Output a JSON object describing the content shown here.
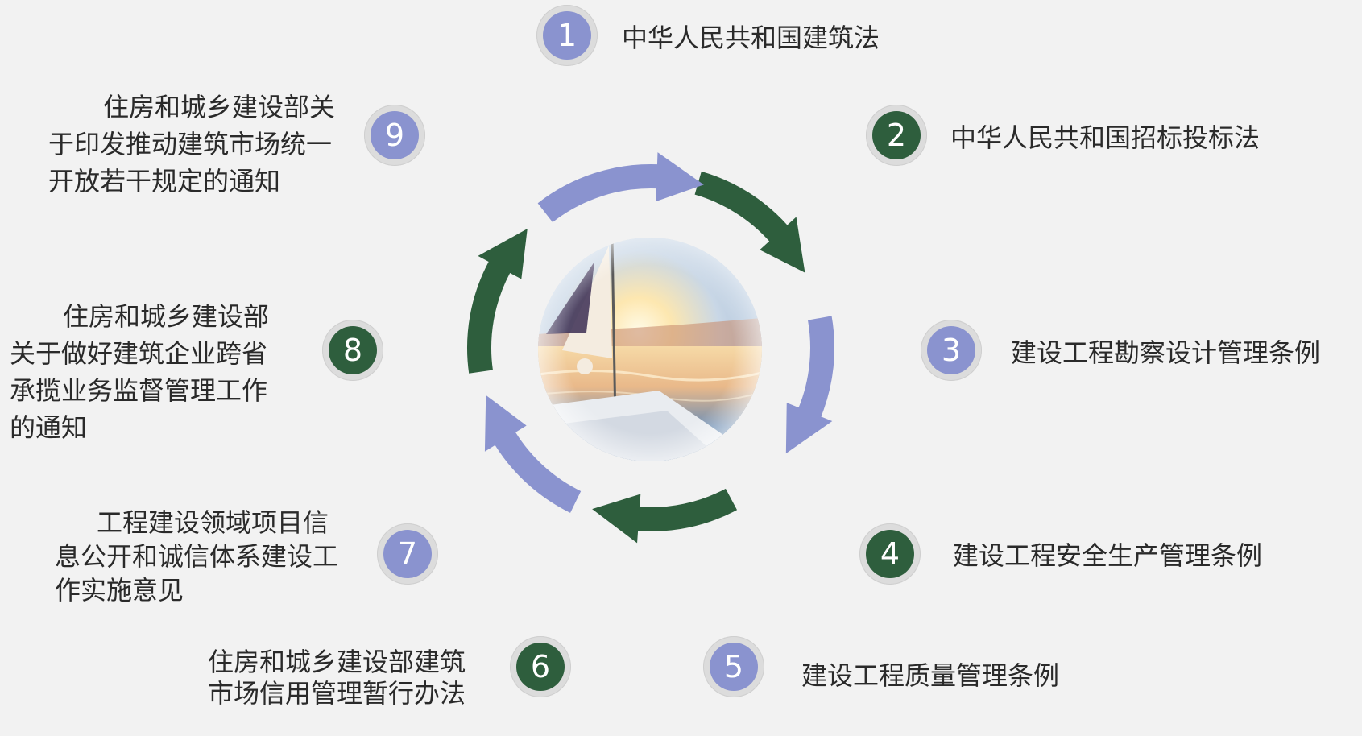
{
  "colors": {
    "background": "#f2f2f2",
    "purple": "#8a93cf",
    "green": "#2e5e3d",
    "badge_ring": "#dcdcdc",
    "text": "#2a2a2a"
  },
  "items": [
    {
      "num": "1",
      "label": "中华人民共和国建筑法",
      "color": "#8a93cf"
    },
    {
      "num": "2",
      "label": "中华人民共和国招标投标法",
      "color": "#2e5e3d"
    },
    {
      "num": "3",
      "label": "建设工程勘察设计管理条例",
      "color": "#8a93cf"
    },
    {
      "num": "4",
      "label": "建设工程安全生产管理条例",
      "color": "#2e5e3d"
    },
    {
      "num": "5",
      "label": "建设工程质量管理条例",
      "color": "#8a93cf"
    },
    {
      "num": "6",
      "label": "住房和城乡建设部建筑市场信用管理暂行办法",
      "color": "#2e5e3d"
    },
    {
      "num": "7",
      "label": "工程建设领域项目信息公开和诚信体系建设工作实施意见",
      "color": "#8a93cf"
    },
    {
      "num": "8",
      "label": "住房和城乡建设部关于做好建筑企业跨省承揽业务监督管理工作的通知",
      "color": "#2e5e3d"
    },
    {
      "num": "9",
      "label": "住房和城乡建设部关于印发推动建筑市场统一开放若干规定的通知",
      "color": "#8a93cf"
    }
  ],
  "center_image": {
    "icon": "sailboat-sunset-photo"
  }
}
